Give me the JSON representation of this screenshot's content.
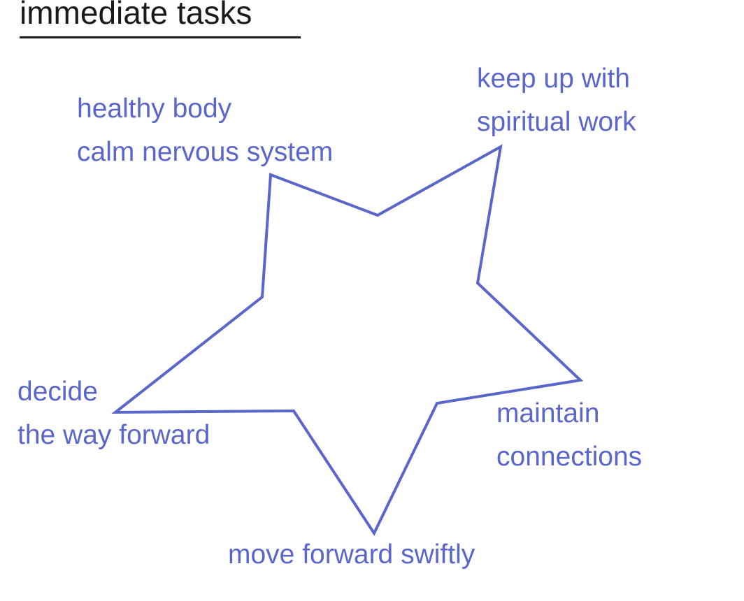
{
  "title": "immediate tasks",
  "colors": {
    "accent": "#5a66c9",
    "title": "#1a1a1a",
    "background": "#ffffff"
  },
  "points": {
    "top_left": {
      "line1": "healthy body",
      "line2": "calm nervous system"
    },
    "top_right": {
      "line1": "keep up with",
      "line2": "spiritual work"
    },
    "left": {
      "line1": "decide",
      "line2": "the way forward"
    },
    "right": {
      "line1": "maintain",
      "line2": "connections"
    },
    "bottom": {
      "line1": "move forward swiftly"
    }
  }
}
